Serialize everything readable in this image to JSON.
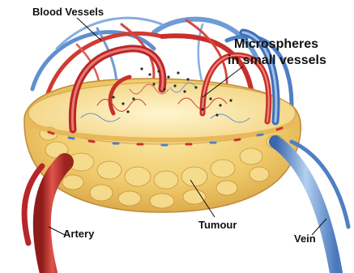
{
  "diagram": {
    "labels": {
      "blood_vessels": "Blood Vessels",
      "microspheres_line1": "Microspheres",
      "microspheres_line2": "in small vessels",
      "tumour": "Tumour",
      "artery": "Artery",
      "vein": "Vein"
    },
    "colors": {
      "artery_red": "#c8302c",
      "artery_dark": "#8e1c1a",
      "vein_blue": "#4f7fc4",
      "vein_light": "#9fc1e6",
      "tissue_yellow": "#f1cf72",
      "tissue_dark": "#d9a84a",
      "microsphere": "#2a2a2a"
    }
  }
}
